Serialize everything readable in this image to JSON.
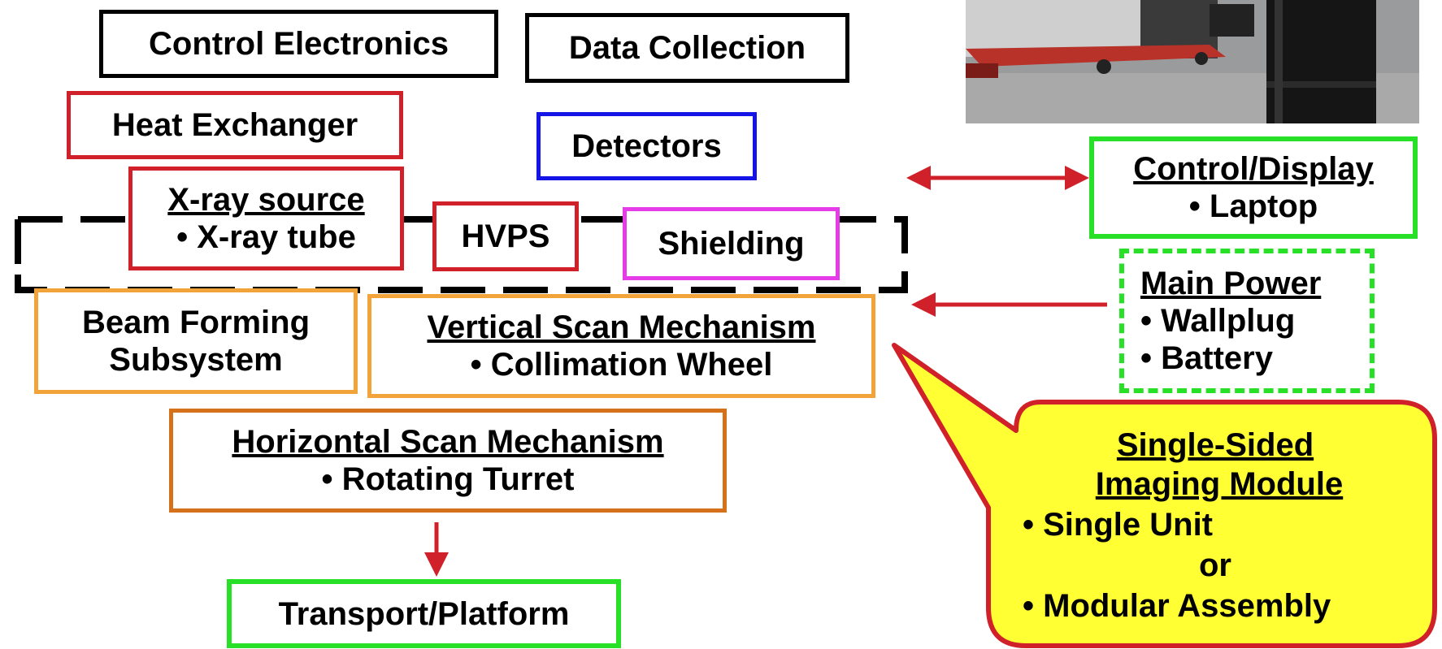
{
  "boxes": {
    "control_electronics": "Control Electronics",
    "data_collection": "Data Collection",
    "heat_exchanger": "Heat Exchanger",
    "detectors": "Detectors",
    "xray_source_title": "X-ray source",
    "xray_source_item": "• X-ray tube",
    "hvps": "HVPS",
    "shielding": "Shielding",
    "beam_forming_line1": "Beam Forming",
    "beam_forming_line2": "Subsystem",
    "vertical_scan_title": "Vertical Scan Mechanism",
    "vertical_scan_item": "• Collimation Wheel",
    "horizontal_scan_title": "Horizontal Scan Mechanism",
    "horizontal_scan_item": "• Rotating Turret",
    "transport": "Transport/Platform",
    "control_display_title": "Control/Display",
    "control_display_item": "• Laptop",
    "main_power_title": "Main Power",
    "main_power_item1": "• Wallplug",
    "main_power_item2": "• Battery"
  },
  "callout": {
    "title_line1": "Single-Sided",
    "title_line2": "Imaging Module",
    "item1": "• Single Unit",
    "or": "or",
    "item2": "•  Modular Assembly"
  },
  "colors": {
    "black": "#000000",
    "red": "#d0202a",
    "blue": "#1414e6",
    "magenta": "#e53be8",
    "orange": "#f2a43a",
    "dark_orange": "#d4711a",
    "green": "#28e028",
    "arrow_red": "#d0202a",
    "callout_fill": "#ffff33",
    "callout_border": "#d0202a"
  }
}
